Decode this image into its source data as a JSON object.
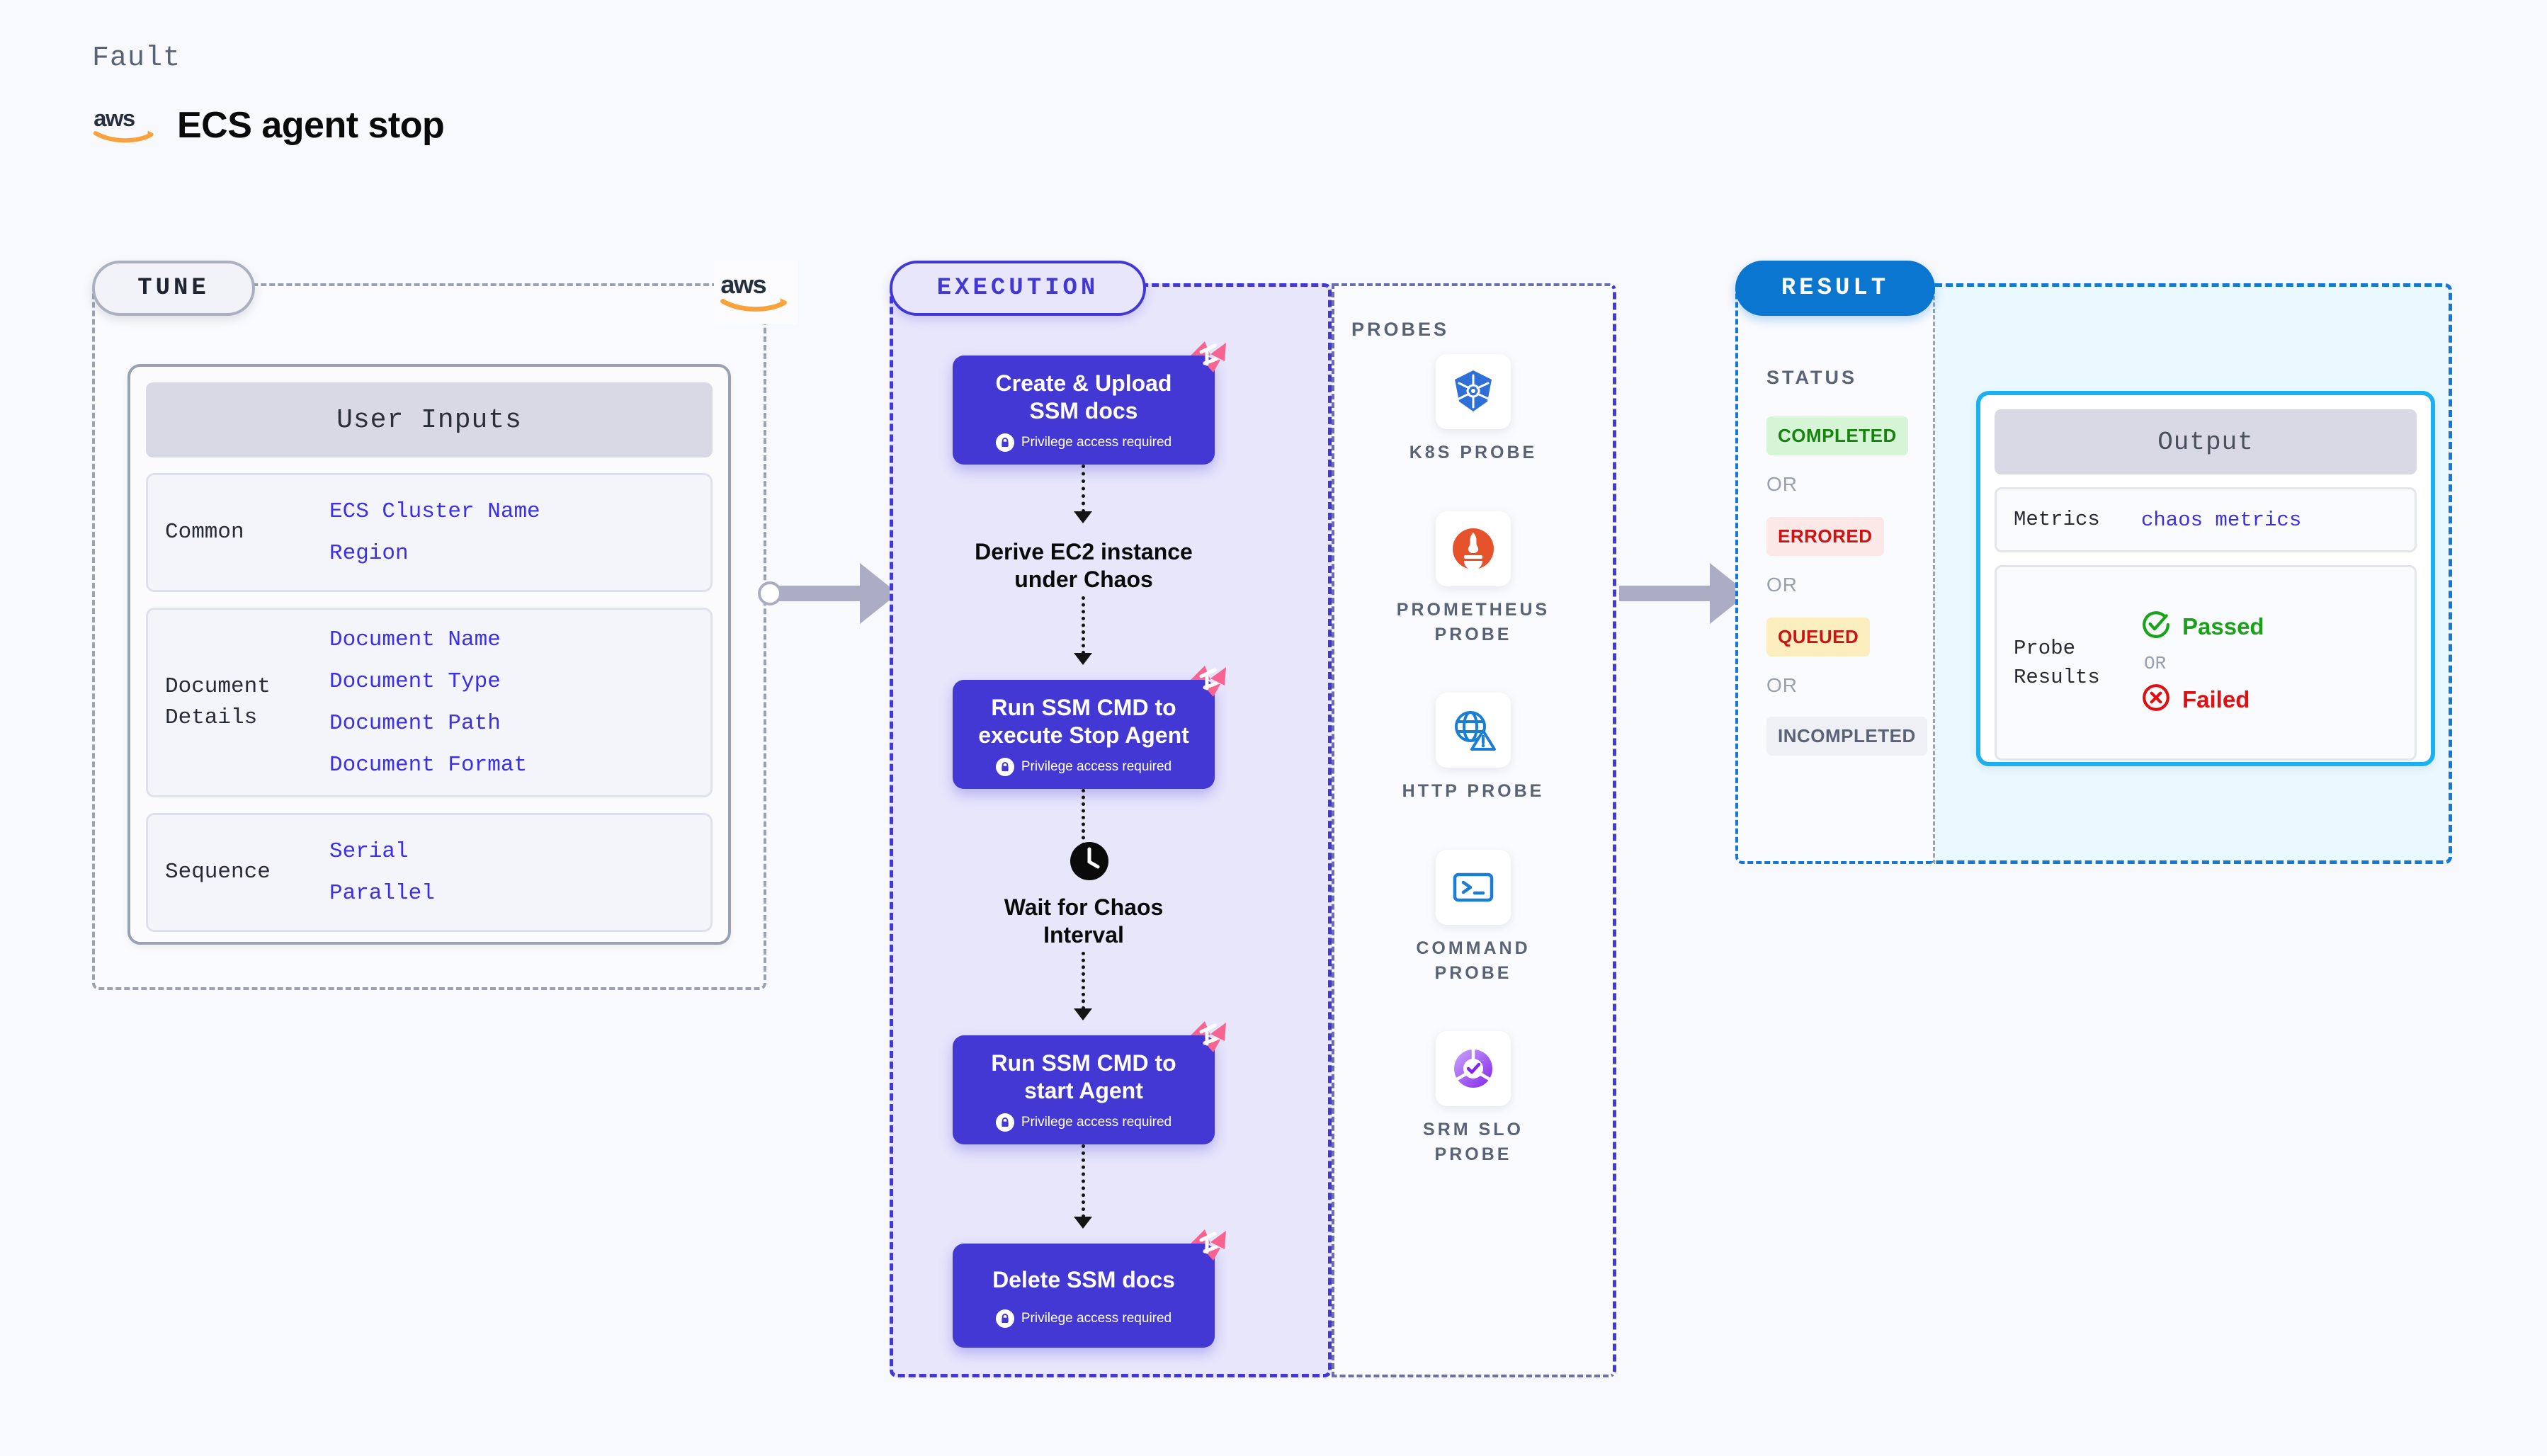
{
  "header": {
    "kicker": "Fault",
    "title": "ECS agent stop",
    "logo_icon": "aws-logo"
  },
  "tune": {
    "pill_label": "TUNE",
    "corner_logo_icon": "aws-logo",
    "card_title": "User Inputs",
    "groups": [
      {
        "label": "Common",
        "values": [
          "ECS Cluster Name",
          "Region"
        ]
      },
      {
        "label": "Document\nDetails",
        "label_line1": "Document",
        "label_line2": "Details",
        "values": [
          "Document Name",
          "Document Type",
          "Document Path",
          "Document Format"
        ]
      },
      {
        "label": "Sequence",
        "values": [
          "Serial",
          "Parallel"
        ]
      }
    ]
  },
  "execution": {
    "pill_label": "EXECUTION",
    "steps": [
      {
        "type": "box",
        "title_line1": "Create & Upload",
        "title_line2": "SSM docs",
        "privilege": "Privilege access required",
        "badge_icon": "litmus-chaos-icon",
        "lock_icon": "lock-icon"
      },
      {
        "type": "text",
        "title_line1": "Derive EC2 instance",
        "title_line2": "under Chaos"
      },
      {
        "type": "box",
        "title_line1": "Run SSM CMD to",
        "title_line2": "execute Stop Agent",
        "privilege": "Privilege access required",
        "badge_icon": "litmus-chaos-icon",
        "lock_icon": "lock-icon"
      },
      {
        "type": "text",
        "title_line1": "Wait for Chaos",
        "title_line2": "Interval",
        "icon": "clock-icon"
      },
      {
        "type": "box",
        "title_line1": "Run SSM CMD to",
        "title_line2": "start Agent",
        "privilege": "Privilege access required",
        "badge_icon": "litmus-chaos-icon",
        "lock_icon": "lock-icon"
      },
      {
        "type": "box",
        "title_line1": "Delete SSM docs",
        "title_line2": "",
        "privilege": "Privilege access required",
        "badge_icon": "litmus-chaos-icon",
        "lock_icon": "lock-icon"
      }
    ]
  },
  "probes": {
    "title": "PROBES",
    "items": [
      {
        "label_line1": "K8S  PROBE",
        "label_line2": "",
        "icon": "kubernetes-icon"
      },
      {
        "label_line1": "PROMETHEUS",
        "label_line2": "PROBE",
        "icon": "prometheus-icon"
      },
      {
        "label_line1": "HTTP  PROBE",
        "label_line2": "",
        "icon": "http-globe-icon"
      },
      {
        "label_line1": "COMMAND",
        "label_line2": "PROBE",
        "icon": "terminal-icon"
      },
      {
        "label_line1": "SRM  SLO",
        "label_line2": "PROBE",
        "icon": "srm-slo-icon"
      }
    ]
  },
  "result": {
    "pill_label": "RESULT",
    "status_label": "STATUS",
    "or_text": "OR",
    "statuses": [
      {
        "label": "COMPLETED",
        "bg": "#d6f5d6",
        "fg": "#18840f"
      },
      {
        "label": "ERRORED",
        "bg": "#fde8e8",
        "fg": "#cc1414"
      },
      {
        "label": "QUEUED",
        "bg": "#fdeec0",
        "fg": "#cc1414"
      },
      {
        "label": "INCOMPLETED",
        "bg": "#eef0f5",
        "fg": "#5a6376"
      }
    ],
    "output": {
      "title": "Output",
      "metrics_label": "Metrics",
      "metrics_value": "chaos metrics",
      "probe_results_label_line1": "Probe",
      "probe_results_label_line2": "Results",
      "passed_text": "Passed",
      "passed_icon": "check-circle-icon",
      "failed_text": "Failed",
      "failed_icon": "x-circle-icon",
      "or_text": "OR"
    }
  },
  "colors": {
    "page_bg": "#f8f9fc",
    "accent_indigo": "#4338d4",
    "accent_blue": "#0b76d0",
    "accent_cyan": "#1cb0ee",
    "litmus_pink": "#f9638f",
    "mono_value": "#3c2fe8",
    "passed_green": "#19a319",
    "failed_red": "#dd1111",
    "aws_orange": "#f9a13a"
  }
}
